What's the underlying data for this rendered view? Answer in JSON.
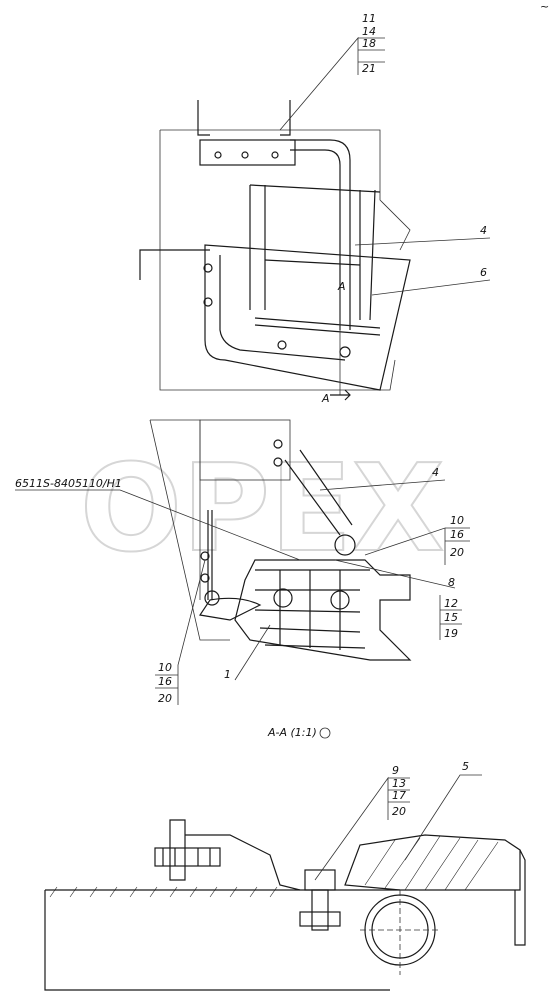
{
  "watermark": "OPEX",
  "top_view": {
    "callout_stack": [
      "11",
      "14",
      "18",
      "21"
    ],
    "labels": {
      "frame": "4",
      "step": "6",
      "section_mark": "A"
    }
  },
  "middle_view": {
    "part_ref": "6511S-8405110/H1",
    "labels": {
      "frame": "4",
      "step": "1",
      "bracket": "8"
    },
    "callout_right_upper": [
      "10",
      "16",
      "20"
    ],
    "callout_right_lower": [
      "12",
      "15",
      "19"
    ],
    "callout_left": [
      "10",
      "16",
      "20"
    ]
  },
  "section_view": {
    "title": "A-A (1:1)",
    "callout_stack": [
      "9",
      "13",
      "17",
      "20"
    ],
    "labels": {
      "cover": "5"
    }
  },
  "corner_mark": "~"
}
